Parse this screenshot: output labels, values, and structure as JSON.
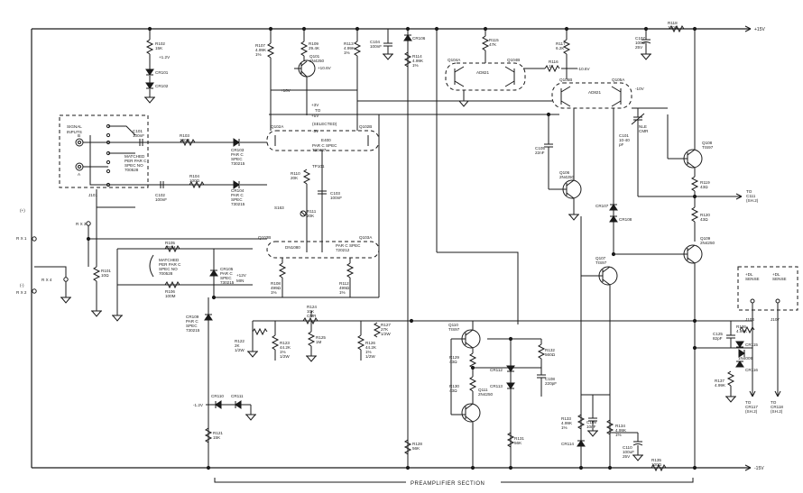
{
  "rails": {
    "top": "+15V",
    "bottom": "-15V",
    "r102_tap": "+1.2V",
    "neg12": "-1.2V",
    "p10_6": "+10.6V",
    "m10_6": "-10.6V",
    "p10": "+10V",
    "m10": "-10V",
    "p3": "+3V",
    "to_p5_a": "TO",
    "p5": "+5V",
    "m3": "-3V",
    "p12_min": "+12V",
    "min": "MIN"
  },
  "section_label": "PREAMPLIFIER SECTION",
  "signal_inputs": {
    "title_a": "SIGNAL",
    "title_b": "INPUTS",
    "pin_b": "B",
    "pin_a": "A",
    "jack": "J101"
  },
  "inputs_left": {
    "plus": "(+)",
    "rx1": "R X 1",
    "minus": "(-)",
    "rx2": "R X 2",
    "rx3": "R X 3",
    "rx4": "R X 4"
  },
  "outputs": {
    "to_c11": "TO\nC111\n(SH.2)",
    "j104": "J104",
    "j107": "J107",
    "sense_a": "+DL\nSENSE",
    "sense_b": "+DL\nSENSE",
    "to_cr117": "TO\nCR117\n(SH.2)",
    "to_cr118": "TO\nCR118\n(SH.2)"
  },
  "matched": {
    "m1": "MATCHED\nPER PAR C\nSPEC NO\n700528",
    "m2": "MATCHED\nPER PAR C\nSPEC NO\n700528"
  },
  "fet": {
    "q102a": "Q102A",
    "q102b": "Q102B",
    "e400": "E400",
    "selected": "(SELECTED)",
    "parc_spec": "PAR C SPEC\n720407",
    "q103b": "Q103B",
    "q103a": "Q103A",
    "dn1080": "DN1080",
    "parc_spec2": "PAR C SPEC\n720212",
    "tp101": "TP101",
    "s163": "S163"
  },
  "components": {
    "r102": "R102\n15K",
    "cr101": "CR101",
    "cr102": "CR102",
    "r107": "R107\n4.99K\n1%",
    "r109": "R109\n29.4K",
    "q101": "Q101\n2N4250",
    "r113": "R113\n4.99K\n1%",
    "c104": "C104\n100nF",
    "cr106": "CR106",
    "r114": "R114\n4.99K\n1%",
    "r115": "R115\n47K",
    "q104a": "Q104A",
    "ad821a": "AD821",
    "q104b": "Q104B",
    "r117": "R117\n6.2K",
    "r116": "R116\n1K",
    "c107": "C107\n100uF\n25V",
    "r118": "R118\n100Ω",
    "q105b": "Q105B",
    "ad821b": "AD821",
    "q105a": "Q105A",
    "c101": "C101\n100nF",
    "r103": "R103\n100Ω",
    "cr103": "CR103\nPAR C\nSPEC\n730215",
    "r104": "R104\n100Ω",
    "c102": "C102\n100nF",
    "cr104": "CR104\nPAR C\nSPEC\n730215",
    "r110": "R110\n20K",
    "c103": "C103\n100nF",
    "r111": "R111\n20K",
    "c105": "C105\n22nF",
    "q106": "Q106\n2N4250",
    "c101b": "C101\n10-40\npF",
    "cmr": "NLE\nCMR",
    "q108": "Q108\nTIS97",
    "r119": "R119\n43Ω",
    "cr107": "CR107",
    "cr108": "CR108",
    "r120": "R120\n43Ω",
    "q109": "Q109\n2N4250",
    "q107": "Q107\nTIS97",
    "r105": "R105\n100M",
    "r106": "R106\n100M",
    "r101": "R101\n10Ω",
    "cr105": "CR105\nPAR C\nSPEC\n730215",
    "r108": "R108\n499Ω\n1%",
    "r112": "R112\n499Ω\n1%",
    "r124": "R124\n10K\nCMR",
    "r125": "R125\n1M",
    "r127": "R127\n27K\n1/2W",
    "cr109": "CR109\nPAR C\nSPEC\n730215",
    "r122": "R122\n2K\n1/2W",
    "r123": "R123\n44.2K\n1%\n1/2W",
    "r126": "R126\n44.2K\n1%\n1/2W",
    "q110": "Q110\nTIS97",
    "r129": "R129\n43Ω",
    "r130": "R130\n43Ω",
    "q111": "Q111\n2N4250",
    "r132": "R132\n560Ω",
    "c108": "C108\n220pF",
    "cr112": "CR112",
    "cr113": "CR113",
    "c125": "C125\n82pF",
    "r136": "R136\n4.99K",
    "cr115": "CR115",
    "in4009": "1N4009",
    "cr116": "CR116",
    "r137": "R137\n4.99K",
    "cr110": "CR110",
    "cr111": "CR111",
    "r121": "R121\n15K",
    "r128": "R128\n56K",
    "r131": "R131\n56K",
    "r133": "R133\n4.99K\n1%",
    "c109": "C109\n10nF",
    "cr114": "CR114",
    "r134": "R134\n4.99K\n1%",
    "c110": "C110\n100uF\n25V",
    "r135": "R135\n100Ω"
  }
}
